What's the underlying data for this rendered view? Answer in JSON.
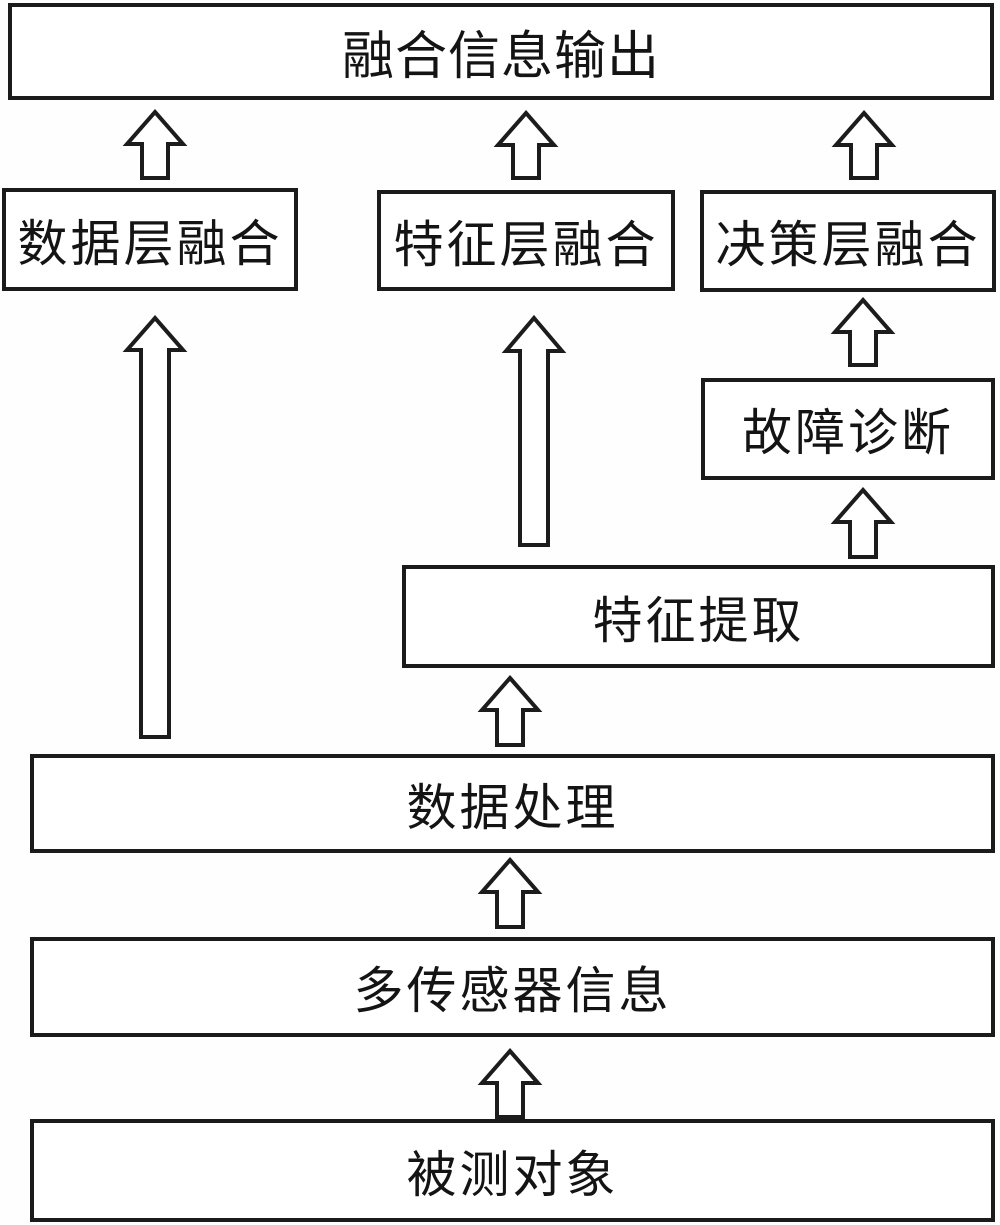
{
  "diagram": {
    "type": "flowchart",
    "direction": "bottom-to-top",
    "colors": {
      "background": "#fefefe",
      "box_fill": "#ffffff",
      "box_border": "#1b1b1b",
      "text": "#141414",
      "arrow_outline": "#1c1c1c"
    },
    "nodes": {
      "fusion_output": {
        "label": "融合信息输出"
      },
      "data_layer_fusion": {
        "label": "数据层融合"
      },
      "feature_layer_fusion": {
        "label": "特征层融合"
      },
      "decision_layer_fusion": {
        "label": "决策层融合"
      },
      "fault_diagnosis": {
        "label": "故障诊断"
      },
      "feature_extraction": {
        "label": "特征提取"
      },
      "data_processing": {
        "label": "数据处理"
      },
      "multi_sensor_info": {
        "label": "多传感器信息"
      },
      "measured_object": {
        "label": "被测对象"
      }
    },
    "edges": [
      {
        "from": "measured_object",
        "to": "multi_sensor_info"
      },
      {
        "from": "multi_sensor_info",
        "to": "data_processing"
      },
      {
        "from": "data_processing",
        "to": "feature_extraction"
      },
      {
        "from": "data_processing",
        "to": "data_layer_fusion"
      },
      {
        "from": "feature_extraction",
        "to": "fault_diagnosis"
      },
      {
        "from": "feature_extraction",
        "to": "feature_layer_fusion"
      },
      {
        "from": "fault_diagnosis",
        "to": "decision_layer_fusion"
      },
      {
        "from": "data_layer_fusion",
        "to": "fusion_output"
      },
      {
        "from": "feature_layer_fusion",
        "to": "fusion_output"
      },
      {
        "from": "decision_layer_fusion",
        "to": "fusion_output"
      }
    ]
  }
}
